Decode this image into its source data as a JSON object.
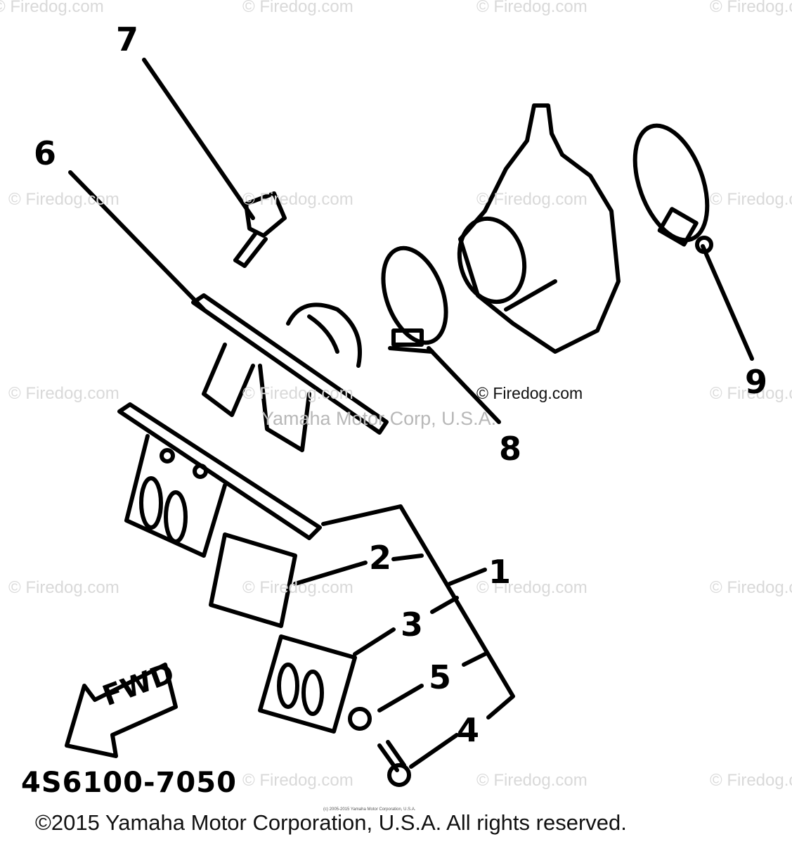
{
  "watermark": "© Firedog.com",
  "center_watermark": "© Firedog.com",
  "center_company": "Yamaha Motor Corp, U.S.A.",
  "callouts": [
    "1",
    "2",
    "3",
    "4",
    "5",
    "6",
    "7",
    "8",
    "9"
  ],
  "fwd_label": "FWD",
  "part_code": "4S6100-7050",
  "tiny_credit": "(c) 2005-2015 Yamaha Motor Corporation, U.S.A.",
  "copyright": "©2015 Yamaha Motor Corporation, U.S.A. All rights reserved."
}
